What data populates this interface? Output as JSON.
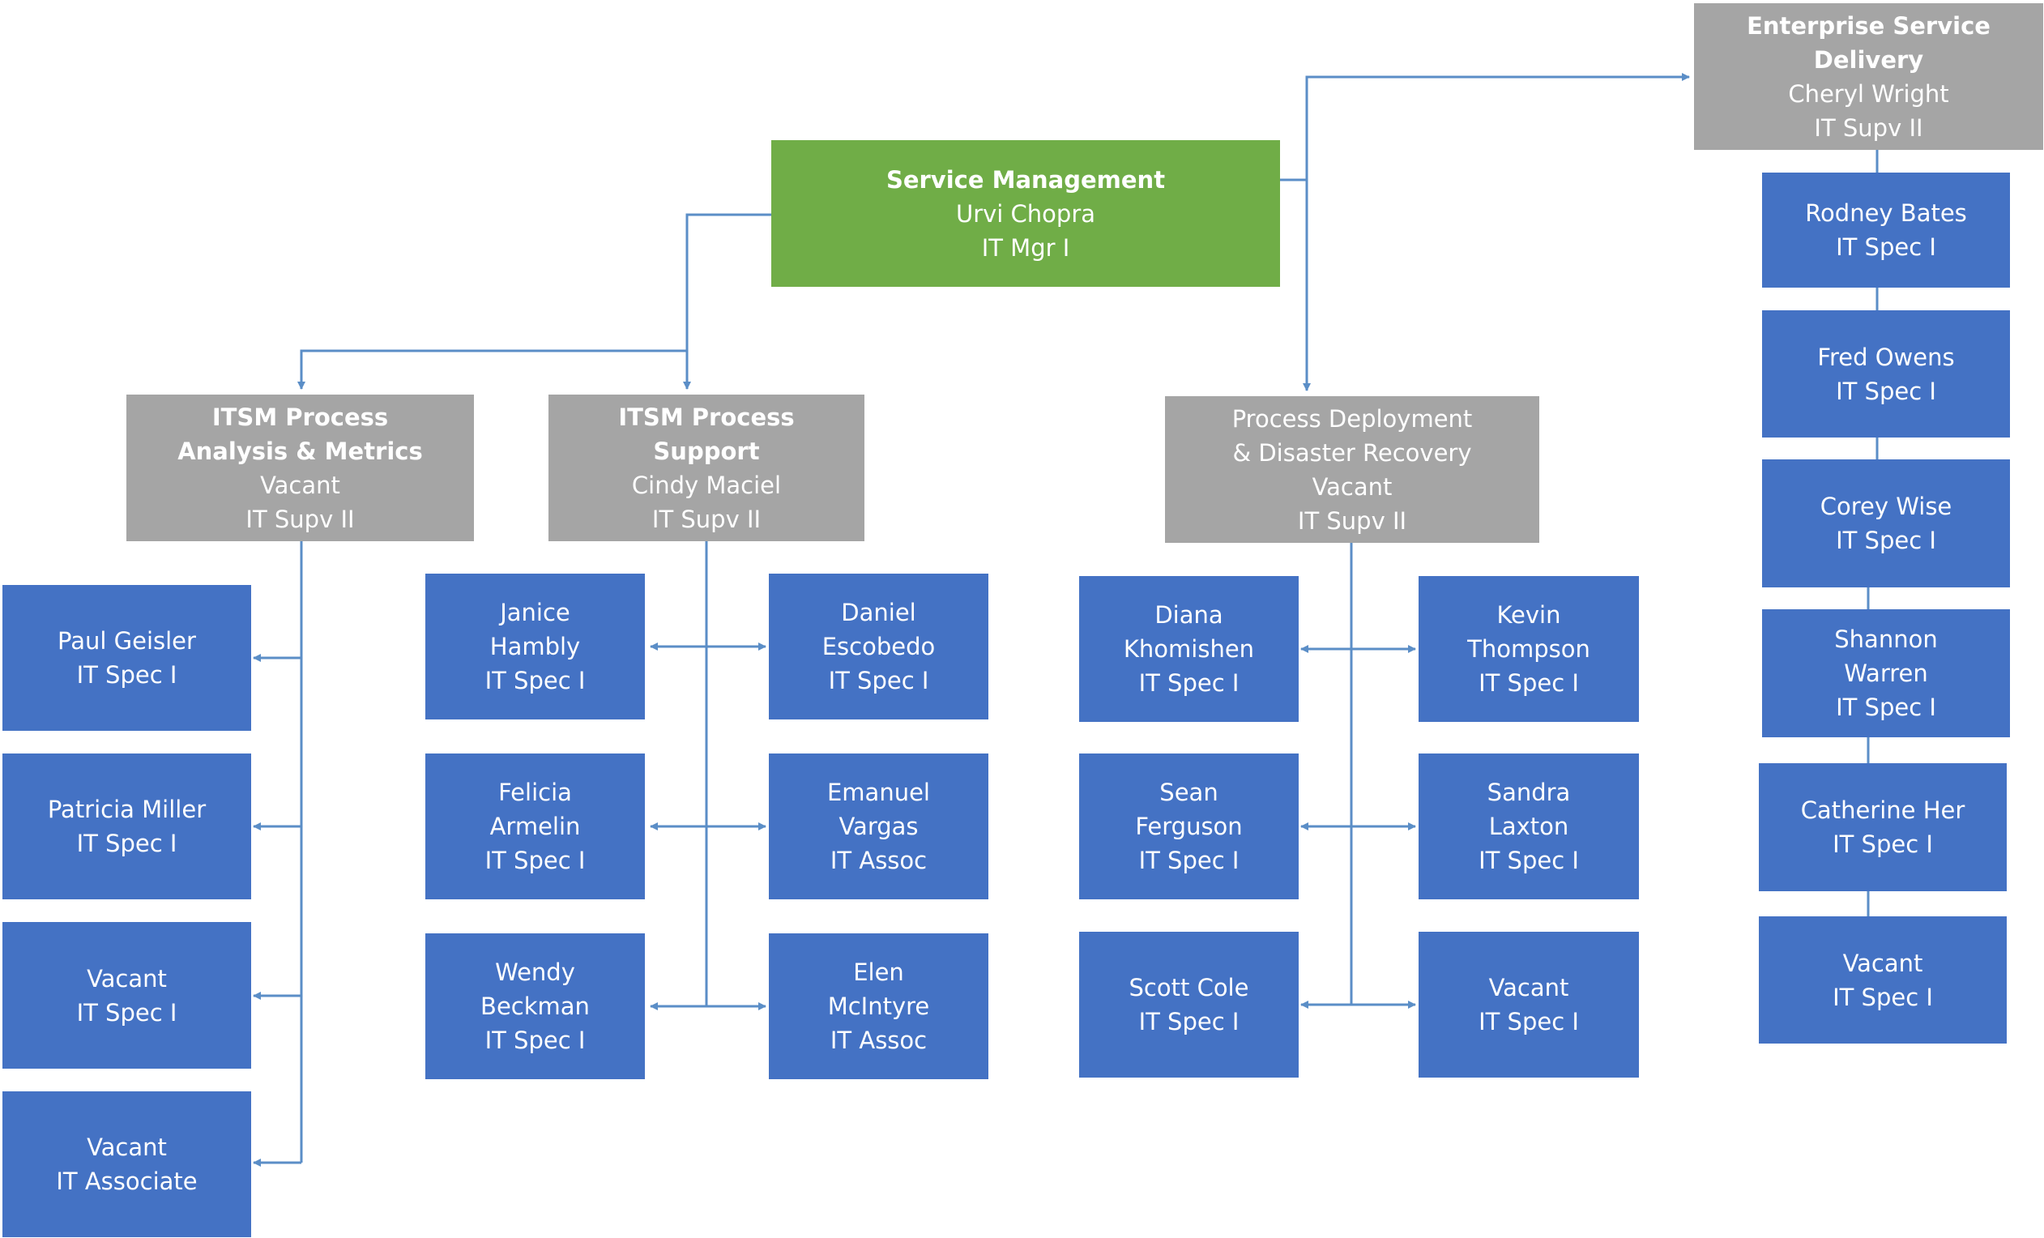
{
  "colors": {
    "manager_box": "#70ad47",
    "supervisor_box": "#a5a5a5",
    "staff_box": "#4472c4",
    "connector": "#5b8ec7",
    "text": "#ffffff"
  },
  "manager": {
    "unit": "Service Management",
    "name": "Urvi Chopra",
    "title": "IT Mgr I"
  },
  "enterprise": {
    "unit_line1": "Enterprise Service",
    "unit_line2": "Delivery",
    "name": "Cheryl Wright",
    "title": "IT Supv II",
    "staff": [
      {
        "line1": "Rodney Bates",
        "line2": "IT Spec I"
      },
      {
        "line1": "Fred Owens",
        "line2": "IT Spec I"
      },
      {
        "line1": "Corey Wise",
        "line2": "IT Spec I"
      },
      {
        "line1": "Shannon",
        "line2": "Warren",
        "line3": "IT Spec I"
      },
      {
        "line1": "Catherine Her",
        "line2": "IT Spec I"
      },
      {
        "line1": "Vacant",
        "line2": "IT Spec I"
      }
    ]
  },
  "analysis": {
    "unit_line1": "ITSM Process",
    "unit_line2": "Analysis & Metrics",
    "name": "Vacant",
    "title": "IT Supv II",
    "staff": [
      {
        "line1": "Paul Geisler",
        "line2": "IT Spec I"
      },
      {
        "line1": "Patricia Miller",
        "line2": "IT Spec I"
      },
      {
        "line1": "Vacant",
        "line2": "IT Spec I"
      },
      {
        "line1": "Vacant",
        "line2": "IT Associate"
      }
    ]
  },
  "support": {
    "unit_line1": "ITSM Process",
    "unit_line2": "Support",
    "name": "Cindy Maciel",
    "title": "IT Supv II",
    "staff": [
      {
        "line1": "Janice",
        "line2": "Hambly",
        "line3": "IT Spec I"
      },
      {
        "line1": "Daniel",
        "line2": "Escobedo",
        "line3": "IT Spec I"
      },
      {
        "line1": "Felicia",
        "line2": "Armelin",
        "line3": "IT Spec I"
      },
      {
        "line1": "Emanuel",
        "line2": "Vargas",
        "line3": "IT Assoc"
      },
      {
        "line1": "Wendy",
        "line2": "Beckman",
        "line3": "IT Spec I"
      },
      {
        "line1": "Elen",
        "line2": "McIntyre",
        "line3": "IT Assoc"
      }
    ]
  },
  "deployment": {
    "unit_line1": "Process Deployment",
    "unit_line2": "& Disaster Recovery",
    "name": "Vacant",
    "title": "IT Supv II",
    "staff": [
      {
        "line1": "Diana",
        "line2": "Khomishen",
        "line3": "IT Spec I"
      },
      {
        "line1": "Kevin",
        "line2": "Thompson",
        "line3": "IT Spec I"
      },
      {
        "line1": "Sean",
        "line2": "Ferguson",
        "line3": "IT Spec I"
      },
      {
        "line1": "Sandra",
        "line2": "Laxton",
        "line3": "IT Spec I"
      },
      {
        "line1": "Scott Cole",
        "line2": "IT Spec I"
      },
      {
        "line1": "Vacant",
        "line2": "IT Spec I"
      }
    ]
  }
}
